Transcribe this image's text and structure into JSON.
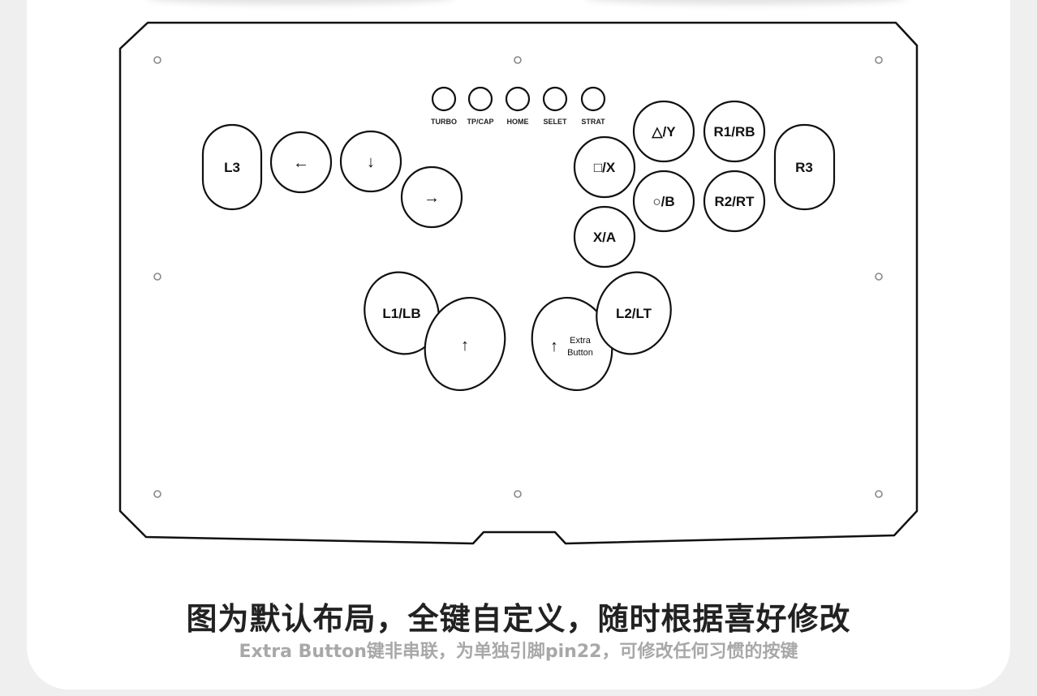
{
  "small_buttons": [
    "TURBO",
    "TP/CAP",
    "HOME",
    "SELET",
    "STRAT"
  ],
  "buttons": {
    "l3": "L3",
    "left": "←",
    "down": "↓",
    "right": "→",
    "square_x": "□/X",
    "triangle_y": "△/Y",
    "r1_rb": "R1/RB",
    "r3": "R3",
    "circle_b": "○/B",
    "r2_rt": "R2/RT",
    "x_a": "X/A",
    "l1_lb": "L1/LB",
    "up": "↑",
    "extra_arrow": "↑",
    "extra_line1": "Extra",
    "extra_line2": "Button",
    "l2_lt": "L2/LT"
  },
  "caption": {
    "title": "图为默认布局，全键自定义，随时根据喜好修改",
    "subtitle": "Extra Button键非串联，为单独引脚pin22，可修改任何习惯的按键"
  },
  "colors": {
    "outline": "#111111",
    "screw": "#888888",
    "title": "#222222",
    "subtitle": "#a8a8a8"
  }
}
